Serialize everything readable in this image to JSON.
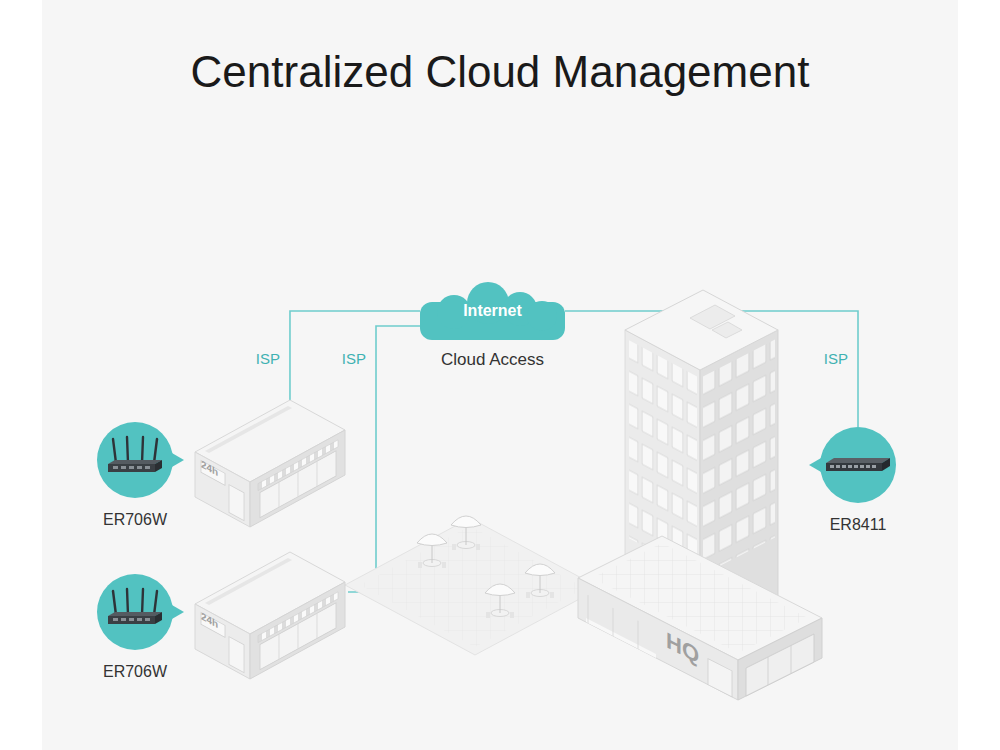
{
  "diagram": {
    "title": "Centralized Cloud Management",
    "nodes": [
      {
        "text": [
          "Internet",
          "Cloud Access"
        ]
      },
      {
        "text": [
          "24h"
        ]
      },
      {
        "text": [
          "ER706W"
        ]
      },
      {
        "text": [
          "24h"
        ]
      },
      {
        "text": [
          "ER706W"
        ]
      },
      {
        "text": [
          "HQ"
        ]
      },
      {
        "text": [
          "ER8411"
        ]
      }
    ],
    "edges": [
      {
        "from": 0,
        "to": 1,
        "label": "ISP",
        "arrow": "none"
      },
      {
        "from": 0,
        "to": 3,
        "label": "ISP",
        "arrow": "none"
      },
      {
        "from": 0,
        "to": 6,
        "label": "ISP",
        "arrow": "none"
      }
    ]
  }
}
